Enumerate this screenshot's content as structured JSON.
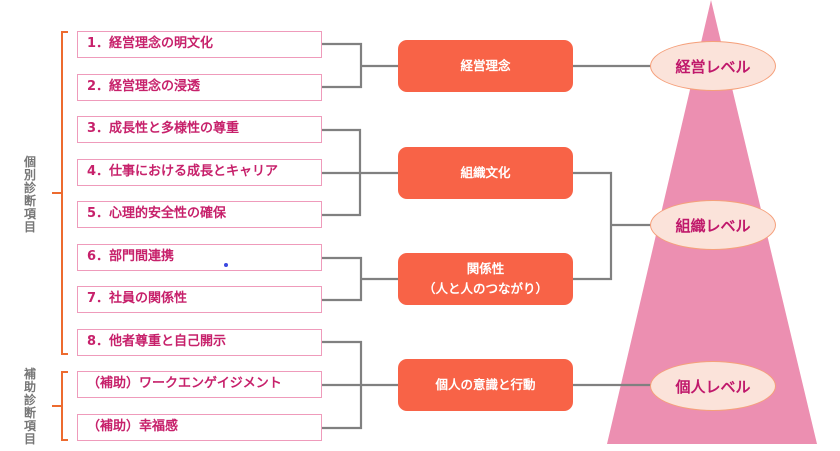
{
  "colors": {
    "item_border": "#ef9bbb",
    "item_text": "#c7216b",
    "category_fill": "#f86347",
    "category_text": "#ffffff",
    "connector": "#808080",
    "bracket": "#ed6b2f",
    "pyramid": "#ec8fb1",
    "level_fill": "#fbe3da",
    "level_border": "#f5a07b",
    "level_text": "#c0186b",
    "side_label_text": "#777777"
  },
  "side_labels": {
    "individual": "個別診断項目",
    "supplementary": "補助診断項目"
  },
  "items": [
    {
      "label": "1．経営理念の明文化"
    },
    {
      "label": "2．経営理念の浸透"
    },
    {
      "label": "3．成長性と多様性の尊重"
    },
    {
      "label": "4．仕事における成長とキャリア"
    },
    {
      "label": "5．心理的安全性の確保"
    },
    {
      "label": "6．部門間連携"
    },
    {
      "label": "7．社員の関係性"
    },
    {
      "label": "8．他者尊重と自己開示"
    },
    {
      "label": "（補助）ワークエンゲイジメント"
    },
    {
      "label": "（補助）幸福感"
    }
  ],
  "categories": [
    {
      "line1": "経営理念",
      "line2": ""
    },
    {
      "line1": "組織文化",
      "line2": ""
    },
    {
      "line1": "関係性",
      "line2": "（人と人のつながり）"
    },
    {
      "line1": "個人の意識と行動",
      "line2": ""
    }
  ],
  "levels": [
    {
      "label": "経営レベル"
    },
    {
      "label": "組織レベル"
    },
    {
      "label": "個人レベル"
    }
  ]
}
